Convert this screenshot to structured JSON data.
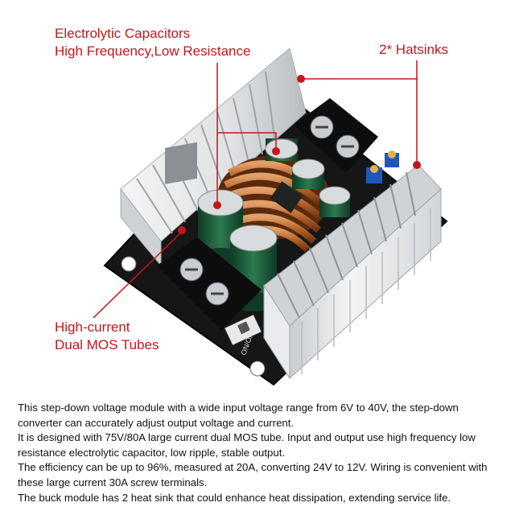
{
  "callouts": {
    "capacitors": {
      "line1": "Electrolytic Capacitors",
      "line2": "High Frequency,Low Resistance"
    },
    "heatsinks": {
      "label": "2* Hatsinks"
    },
    "mos": {
      "line1": "High-current",
      "line2": "Dual MOS Tubes"
    }
  },
  "board": {
    "switch_label": "ON/OFF"
  },
  "description": [
    "This step-down voltage module with a wide input voltage range from 6V to 40V, the step-down converter can accurately adjust output voltage and current.",
    "It is designed with 75V/80A large current dual MOS tube. Input and output use high frequency low resistance electrolytic capacitor, low ripple, stable output.",
    "The efficiency can be up to 96%, measured at 20A, converting 24V to 12V. Wiring is convenient with these large current 30A screw terminals.",
    "The buck module has 2 heat sink that could enhance heat dissipation, extending service life."
  ],
  "colors": {
    "callout": "#c4161c",
    "board": "#151515",
    "heatsink": "#e6e8ea",
    "copper": "#b8652d",
    "capacitor": "#1f5a3a",
    "potentiometer": "#1f57b8"
  }
}
